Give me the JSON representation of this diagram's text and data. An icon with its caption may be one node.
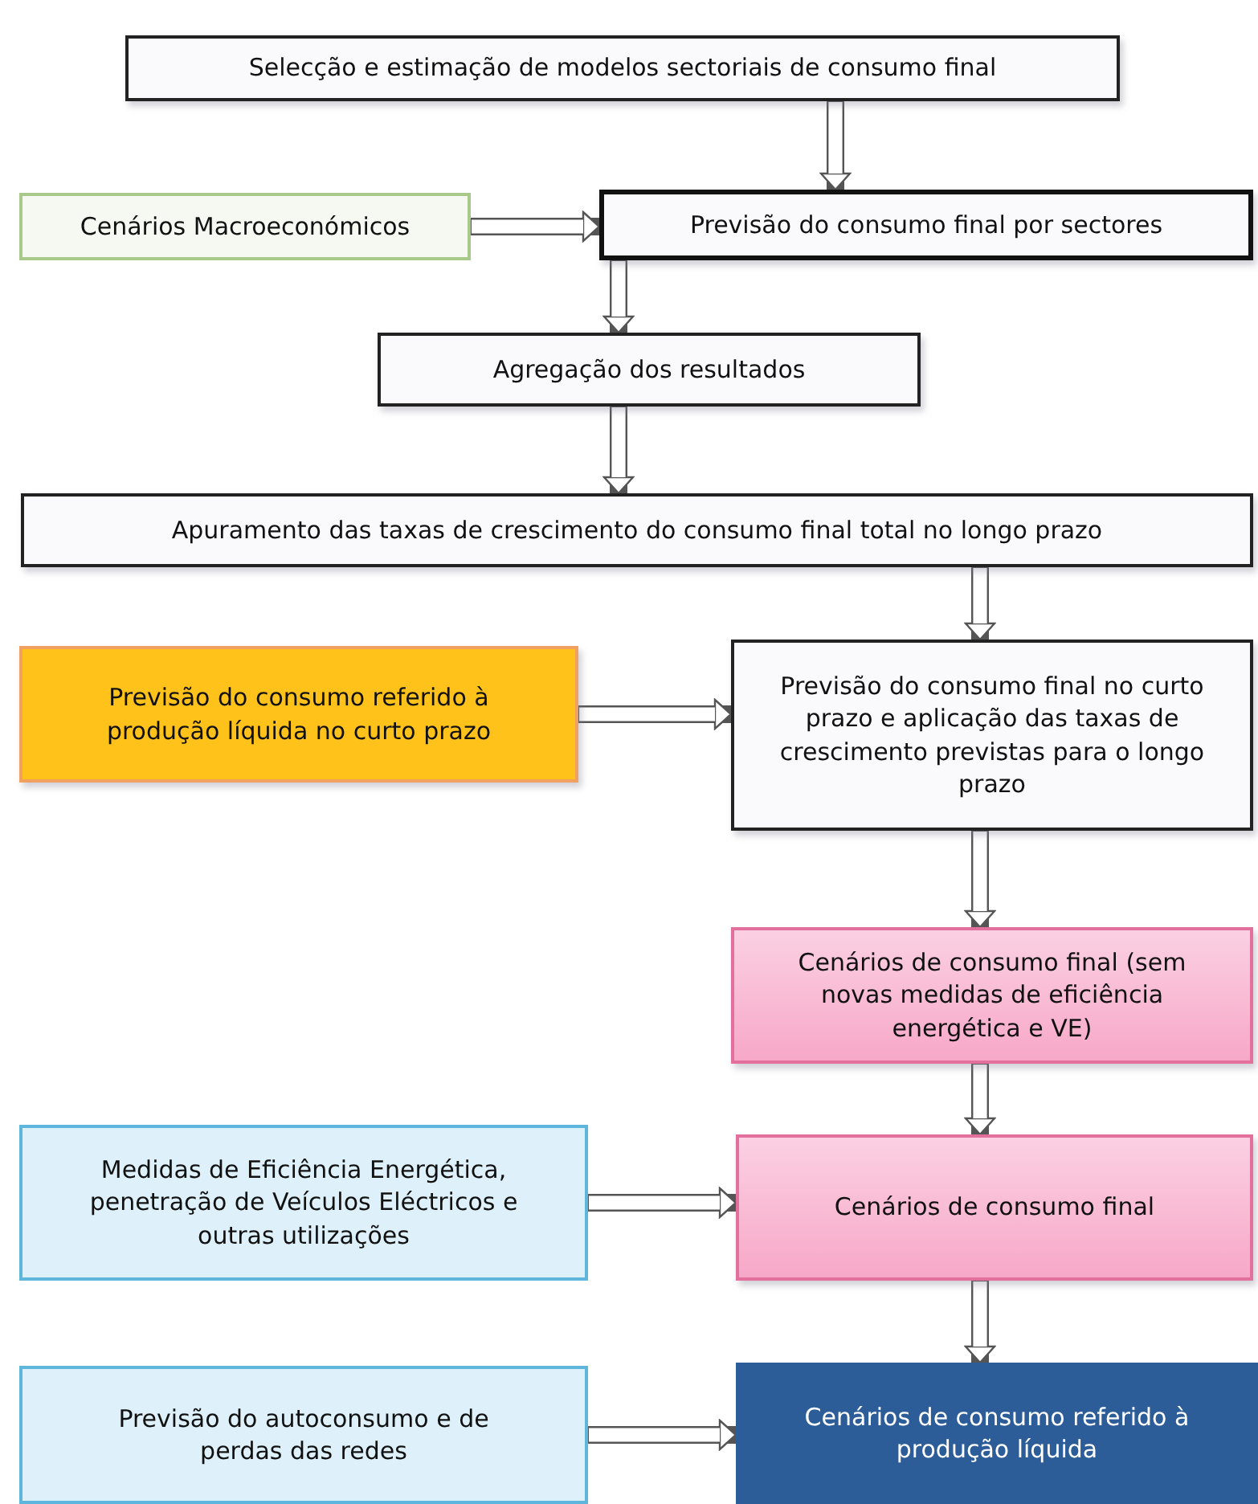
{
  "diagram": {
    "nodes": [
      {
        "text": [
          "Selecção e estimação de modelos sectoriais de consumo final"
        ]
      },
      {
        "text": [
          "Cenários Macroeconómicos"
        ]
      },
      {
        "text": [
          "Previsão do consumo final por sectores"
        ]
      },
      {
        "text": [
          "Agregação dos resultados"
        ]
      },
      {
        "text": [
          "Apuramento das taxas de crescimento do consumo final total no longo prazo"
        ]
      },
      {
        "text": [
          "Previsão do consumo referido à produção líquida no curto prazo"
        ]
      },
      {
        "text": [
          "Previsão do consumo final no curto prazo e aplicação das taxas de crescimento previstas para o longo prazo"
        ]
      },
      {
        "text": [
          "Cenários de consumo final (sem novas medidas de eficiência energética e VE)"
        ]
      },
      {
        "text": [
          "Medidas de Eficiência Energética, penetração de Veículos Eléctricos e outras utilizações"
        ]
      },
      {
        "text": [
          "Cenários de consumo final"
        ]
      },
      {
        "text": [
          "Previsão do autoconsumo e de perdas das redes"
        ]
      },
      {
        "text": [
          "Cenários de consumo referido à produção líquida"
        ]
      }
    ],
    "edges": [
      {
        "from": 0,
        "to": 2,
        "arrow": "to"
      },
      {
        "from": 1,
        "to": 2,
        "arrow": "to"
      },
      {
        "from": 2,
        "to": 3,
        "arrow": "to"
      },
      {
        "from": 3,
        "to": 4,
        "arrow": "to"
      },
      {
        "from": 4,
        "to": 6,
        "arrow": "to"
      },
      {
        "from": 5,
        "to": 6,
        "arrow": "to"
      },
      {
        "from": 6,
        "to": 7,
        "arrow": "to"
      },
      {
        "from": 7,
        "to": 9,
        "arrow": "to"
      },
      {
        "from": 8,
        "to": 9,
        "arrow": "to"
      },
      {
        "from": 9,
        "to": 11,
        "arrow": "to"
      },
      {
        "from": 10,
        "to": 11,
        "arrow": "to"
      }
    ]
  }
}
